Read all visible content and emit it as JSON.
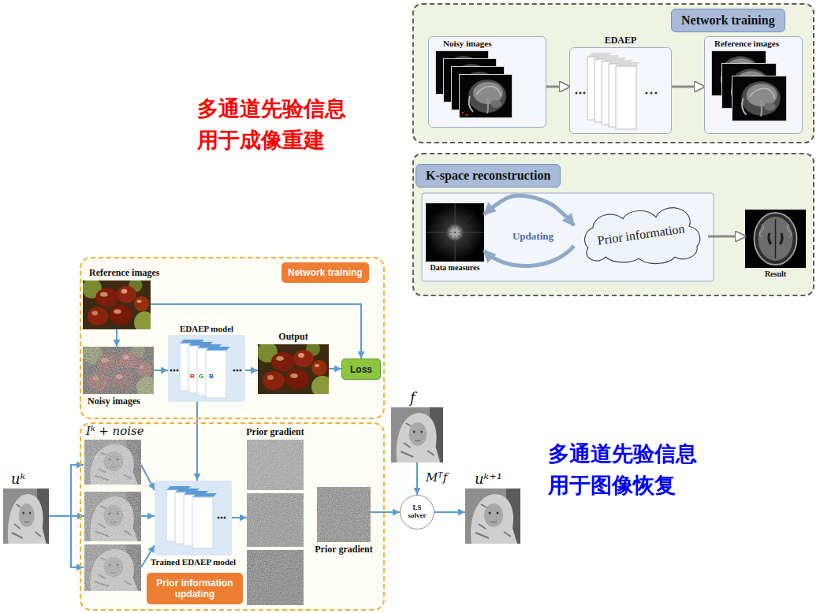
{
  "diagram": {
    "nodes": [
      {
        "text": [
          "Network training"
        ]
      },
      {
        "text": [
          "Noisy images"
        ],
        "in": 0
      },
      {
        "text": [
          "EDAEP"
        ],
        "in": 0
      },
      {
        "text": [
          "Reference images"
        ],
        "in": 0
      },
      {
        "text": [
          "K-space reconstruction"
        ]
      },
      {
        "text": [
          "Data measures"
        ],
        "in": 4
      },
      {
        "text": [
          "Prior information"
        ],
        "in": 4
      },
      {
        "text": [
          "Result"
        ],
        "in": 4
      },
      {
        "text": [
          "Network training"
        ]
      },
      {
        "text": [
          "Reference images"
        ],
        "in": 8
      },
      {
        "text": [
          "Noisy images"
        ],
        "in": 8
      },
      {
        "text": [
          "EDAEP model",
          "R",
          "G",
          "B"
        ],
        "in": 8
      },
      {
        "text": [
          "Output"
        ],
        "in": 8
      },
      {
        "text": [
          "Loss"
        ],
        "in": 8
      },
      {
        "text": [
          "Prior information updating"
        ]
      },
      {
        "text": [
          "Iᵏ + noise"
        ],
        "in": 14
      },
      {
        "text": [
          "Trained EDAEP model"
        ],
        "in": 14
      },
      {
        "text": [
          "Prior gradient"
        ],
        "in": 14
      },
      {
        "text": [
          "Prior gradient"
        ],
        "in": 14
      },
      {
        "text": [
          "uᵏ"
        ]
      },
      {
        "text": [
          "f"
        ]
      },
      {
        "text": [
          "LS solver"
        ]
      },
      {
        "text": [
          "uᵏ⁺¹"
        ]
      }
    ],
    "edges": [
      {
        "from": 1,
        "to": 2,
        "arrow": "to"
      },
      {
        "from": 2,
        "to": 3,
        "arrow": "to"
      },
      {
        "from": 5,
        "to": 6,
        "arrow": "both",
        "label": "Updating"
      },
      {
        "from": 6,
        "to": 7,
        "arrow": "to"
      },
      {
        "from": 9,
        "to": 10,
        "arrow": "to"
      },
      {
        "from": 10,
        "to": 11,
        "arrow": "to"
      },
      {
        "from": 11,
        "to": 12,
        "arrow": "to"
      },
      {
        "from": 12,
        "to": 13,
        "arrow": "to"
      },
      {
        "from": 9,
        "to": 13,
        "arrow": "to"
      },
      {
        "from": 11,
        "to": 16,
        "arrow": "to"
      },
      {
        "from": 19,
        "to": 15,
        "arrow": "to"
      },
      {
        "from": 15,
        "to": 16,
        "arrow": "to"
      },
      {
        "from": 16,
        "to": 17,
        "arrow": "to"
      },
      {
        "from": 18,
        "to": 21,
        "arrow": "to"
      },
      {
        "from": 20,
        "to": 21,
        "arrow": "to",
        "label": "Mᵀf"
      },
      {
        "from": 21,
        "to": 22,
        "arrow": "to"
      }
    ],
    "labels": [
      "多通道先验信息 用于成像重建",
      "多通道先验信息 用于图像恢复"
    ]
  }
}
